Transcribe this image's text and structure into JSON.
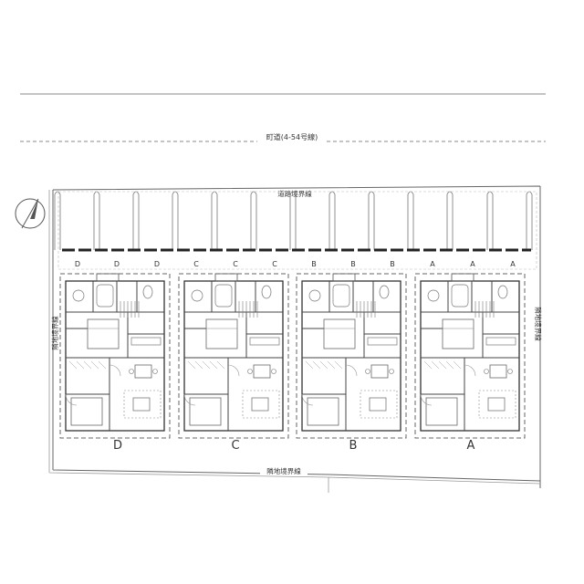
{
  "labels": {
    "road_line": "町道(4-54号線)",
    "road_boundary": "道路境界線",
    "neighbor_boundary_bottom": "隣地境界線",
    "neighbor_boundary_left": "隣地境界線",
    "neighbor_boundary_right": "隣地境界線"
  },
  "units": [
    {
      "name": "D",
      "parking": [
        "D",
        "D",
        "D"
      ]
    },
    {
      "name": "C",
      "parking": [
        "C",
        "C",
        "C"
      ]
    },
    {
      "name": "B",
      "parking": [
        "B",
        "B",
        "B"
      ]
    },
    {
      "name": "A",
      "parking": [
        "A",
        "A",
        "A"
      ]
    }
  ],
  "compass": {
    "icon": "north-arrow-icon"
  },
  "colors": {
    "line": "#555555",
    "light_line": "#999999",
    "background": "#ffffff"
  }
}
